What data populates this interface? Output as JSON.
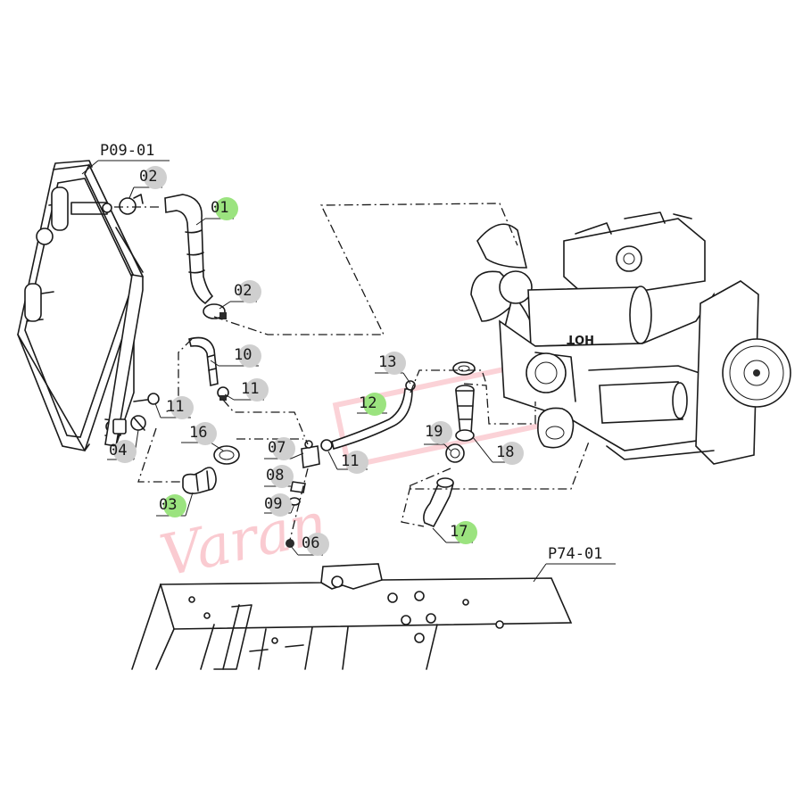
{
  "diagram": {
    "assembly_refs": [
      "P09-01",
      "P74-01"
    ],
    "callouts": [
      {
        "id": "c01",
        "label": "01",
        "highlight": true
      },
      {
        "id": "c02a",
        "label": "02",
        "highlight": false
      },
      {
        "id": "c02b",
        "label": "02",
        "highlight": false
      },
      {
        "id": "c03",
        "label": "03",
        "highlight": true
      },
      {
        "id": "c04",
        "label": "04",
        "highlight": false
      },
      {
        "id": "c06",
        "label": "06",
        "highlight": false
      },
      {
        "id": "c07",
        "label": "07",
        "highlight": false
      },
      {
        "id": "c08",
        "label": "08",
        "highlight": false
      },
      {
        "id": "c09",
        "label": "09",
        "highlight": false
      },
      {
        "id": "c10",
        "label": "10",
        "highlight": false
      },
      {
        "id": "c11a",
        "label": "11",
        "highlight": false
      },
      {
        "id": "c11b",
        "label": "11",
        "highlight": false
      },
      {
        "id": "c11c",
        "label": "11",
        "highlight": false
      },
      {
        "id": "c12",
        "label": "12",
        "highlight": true
      },
      {
        "id": "c13",
        "label": "13",
        "highlight": false
      },
      {
        "id": "c16",
        "label": "16",
        "highlight": false
      },
      {
        "id": "c17",
        "label": "17",
        "highlight": true
      },
      {
        "id": "c18",
        "label": "18",
        "highlight": false
      },
      {
        "id": "c19",
        "label": "19",
        "highlight": false
      }
    ],
    "engine_label": "HOT",
    "watermark": "Varan"
  },
  "colors": {
    "ink": "#1a1a1a",
    "callout_bubble": "#cfcfcf",
    "highlight_bubble": "#9be37f",
    "watermark": "#f26d7d"
  }
}
